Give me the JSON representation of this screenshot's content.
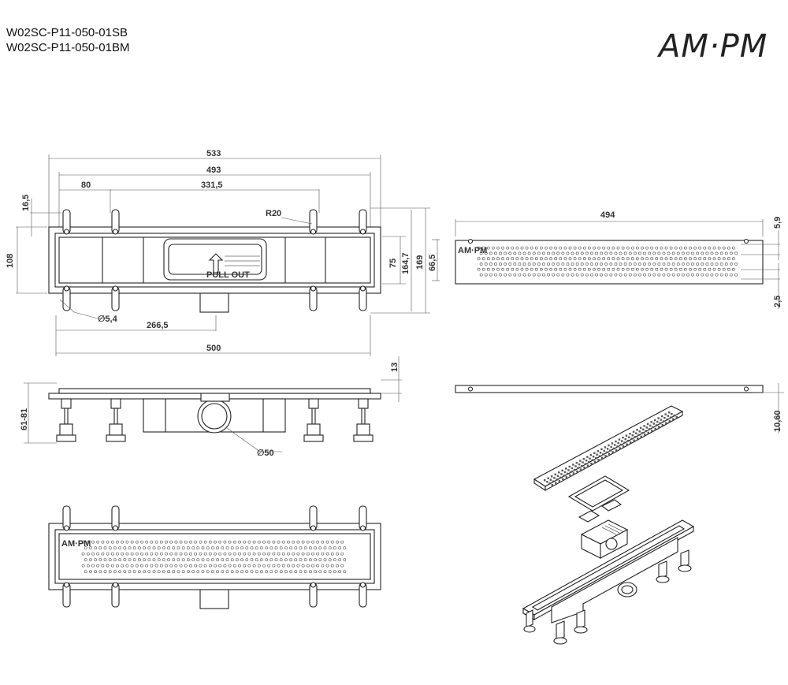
{
  "header": {
    "code_1": "W02SC-P11-050-01SB",
    "code_2": "W02SC-P11-050-01BM",
    "logo": "AM·PM"
  },
  "top_view": {
    "dim_533": "533",
    "dim_493": "493",
    "dim_80": "80",
    "dim_331_5": "331,5",
    "dim_16_5": "16,5",
    "dim_108": "108",
    "dim_r20": "R20",
    "dim_75": "75",
    "dim_164_7": "164,7",
    "dim_169": "169",
    "dim_66_5": "66,5",
    "dim_dia_5_4": "∅5,4",
    "dim_266_5": "266,5",
    "dim_500": "500",
    "label_pull_out": "PULL OUT"
  },
  "grate_view": {
    "dim_494": "494",
    "dim_5_9": "5,9",
    "dim_2_5": "2,5",
    "logo": "AM·PM"
  },
  "side_view": {
    "dim_13": "13",
    "dim_61_81": "61-81",
    "dim_dia_50": "∅50"
  },
  "grate_side": {
    "dim_10_60": "10,60"
  },
  "assembled_view": {
    "logo": "AM·PM"
  }
}
